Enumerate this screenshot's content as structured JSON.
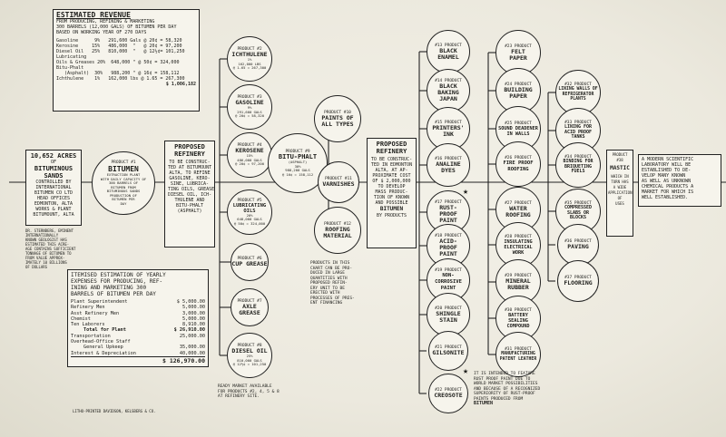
{
  "revenue": {
    "title": "ESTIMATED REVENUE",
    "subtitle": [
      "FROM PRODUCING, REFINING & MARKETING",
      "300 BARRELS (12,000 GALS) OF BITUMEN PER DAY",
      "BASED ON WORKING YEAR OF 270 DAYS"
    ],
    "rows": [
      "Gasoline      9%   291,600 Gals @ 20¢ = 58,320",
      "Kerosine     15%   486,000  \"   @ 20¢ = 97,200",
      "Diesel Oil   25%   810,000  \"   @ 12½¢= 101,250",
      "Lubricating",
      "Oils & Greases 20%  648,000 \" @ 50¢ = 324,000",
      "Bitu-Phalt",
      "   (Asphalt)  30%   988,200 \" @ 16¢ = 158,112",
      "Ichthulene    1%   162,000 lbs @ 1.65 = 267,300"
    ],
    "total": "$ 1,006,182"
  },
  "acres": {
    "lines": [
      "10,652 ACRES",
      "OF",
      "BITUMINOUS",
      "SANDS",
      "CONTROLLED BY",
      "INTERNATIONAL",
      "BITUMEN CO LTD",
      "HEAD OFFICES",
      "EDMONTON, ALTA",
      "WORKS & PLANT",
      "BITUMOUNT, ALTA"
    ],
    "note": [
      "DR. STERNBERG, EMINENT",
      "INTERNATIONALLY",
      "KNOWN GEOLOGIST HAS",
      "ESTIMATED THIS ACRE-",
      "AGE CONTAINS SUFFICIENT",
      "TONNAGE OF BITUMEN TO",
      "FROM VALUE APPROX-",
      "IMATELY 10 BILLIONS",
      "OF DOLLARS"
    ]
  },
  "bitumen": {
    "num": "PRODUCT #1",
    "name": "BITUMEN",
    "detail": [
      "EXTRACTION PLANT",
      "WITH DAILY CAPACITY OF",
      "300 BARRELS OF",
      "BITUMEN FROM",
      "BITUMINOUS SANDS",
      "PRODUCTION OF",
      "BITUMEN PER",
      "DAY"
    ]
  },
  "refinery1": {
    "title": [
      "PROPOSED",
      "REFINERY"
    ],
    "lines": [
      "TO BE CONSTRUC-",
      "TED AT BITUMOUNT",
      "ALTA, TO REFINE",
      "GASOLINE, KERO-",
      "SINE, LUBRICA-",
      "TING OILS, GREASES",
      "DIESEL OIL, ICH-",
      "THULENE AND",
      "BITU-PHALT",
      "(ASPHALT)"
    ]
  },
  "products_left": [
    {
      "num": "PRODUCT #2",
      "name": "ICHTHULENE",
      "detail": [
        "1%",
        "162,000 LBS",
        "@ 1.65 = 267,300"
      ]
    },
    {
      "num": "PRODUCT #3",
      "name": "GASOLINE",
      "detail": [
        "9%",
        "291,600 GALS",
        "@ 20¢ = 58,320"
      ]
    },
    {
      "num": "PRODUCT #4",
      "name": "KEROSENE",
      "detail": [
        "15%",
        "486,000 GALS",
        "@ 20¢ = 97,200"
      ]
    },
    {
      "num": "PRODUCT #5",
      "name": "LUBRICATING OILS",
      "detail": [
        "20%",
        "648,000 GALS",
        "@ 50¢ = 324,000"
      ]
    },
    {
      "num": "PRODUCT #6",
      "name": "CUP GREASE",
      "detail": []
    },
    {
      "num": "PRODUCT #7",
      "name": "AXLE GREASE",
      "detail": []
    },
    {
      "num": "PRODUCT #8",
      "name": "DIESEL OIL",
      "detail": [
        "25%",
        "810,000 GALS",
        "@ 12½¢ = 101,250"
      ]
    }
  ],
  "bituphalt": {
    "num": "PRODUCT #9",
    "name": "BITU-PHALT",
    "detail": [
      "(ASPHALT)",
      "30%",
      "988,200 GALS",
      "@ 16¢ = 158,112"
    ]
  },
  "products_mid": [
    {
      "num": "PRODUCT #10",
      "name": "PAINTS OF ALL TYPES",
      "detail": []
    },
    {
      "num": "PRODUCT #11",
      "name": "VARNISHES",
      "detail": []
    },
    {
      "num": "PRODUCT #12",
      "name": "ROOFING MATERIAL",
      "detail": []
    }
  ],
  "mid_note": [
    "PRODUCTS IN THIS",
    "CHART CAN BE PRO-",
    "DUCED IN LARGE",
    "QUANTITIES WITH",
    "PROPOSED REFIN-",
    "ERY UNIT TO BE",
    "ERECTED WITH",
    "PROCESSES OF PRES-",
    "ENT FINANCING"
  ],
  "refinery2": {
    "title": [
      "PROPOSED",
      "REFINERY"
    ],
    "lines": [
      "TO BE CONSTRUC-",
      "TED IN EDMONTON",
      "ALTA, AT AP-",
      "PROXIMATE COST",
      "OF $ 2,000,000",
      "TO DEVELOP",
      "MASS PRODUC-",
      "TION OF KNOWN",
      "AND POSSIBLE",
      "BITUMEN",
      "BY PRODUCTS"
    ]
  },
  "col1": [
    {
      "num": "#13 PRODUCT",
      "name": "BLACK ENAMEL"
    },
    {
      "num": "#14 PRODUCT",
      "name": "BLACK BAKING JAPAN"
    },
    {
      "num": "#15 PRODUCT",
      "name": "PRINTERS' INK"
    },
    {
      "num": "#16 PRODUCT",
      "name": "ANALINE DYES"
    },
    {
      "num": "#17 PRODUCT",
      "name": "RUST-PROOF PAINT"
    },
    {
      "num": "#18 PRODUCT",
      "name": "ACID-PROOF PAINT"
    },
    {
      "num": "#19 PRODUCT",
      "name": "NON-CORROSIVE PAINT"
    },
    {
      "num": "#20 PRODUCT",
      "name": "SHINGLE STAIN"
    },
    {
      "num": "#21 PRODUCT",
      "name": "GILSONITE"
    },
    {
      "num": "#22 PRODUCT",
      "name": "CREOSOTE"
    }
  ],
  "col2": [
    {
      "num": "#23 PRODUCT",
      "name": "FELT PAPER"
    },
    {
      "num": "#24 PRODUCT",
      "name": "BUILDING PAPER"
    },
    {
      "num": "#25 PRODUCT",
      "name": "SOUND DEADENER IN WALLS"
    },
    {
      "num": "#26 PRODUCT",
      "name": "FIRE PROOF ROOFING"
    },
    {
      "num": "#27 PRODUCT",
      "name": "WATER ROOFING"
    },
    {
      "num": "#28 PRODUCT",
      "name": "INSULATING ELECTRICAL WORK"
    },
    {
      "num": "#29 PRODUCT",
      "name": "MINERAL RUBBER"
    },
    {
      "num": "#30 PRODUCT",
      "name": "BATTERY SEALING COMPOUND"
    },
    {
      "num": "#31 PRODUCT",
      "name": "MANUFACTURING PATENT LEATHER"
    }
  ],
  "col3": [
    {
      "num": "#32 PRODUCT",
      "name": "LINING WALLS OF REFRIGERATOR PLANTS"
    },
    {
      "num": "#33 PRODUCT",
      "name": "LINING FOR ACID PROOF TANKS"
    },
    {
      "num": "#34 PRODUCT",
      "name": "BINDING FOR BRIQUETING FUELS"
    },
    {
      "num": "#35 PRODUCT",
      "name": "COMPRESSED SLABS OR BLOCKS"
    },
    {
      "num": "#36 PRODUCT",
      "name": "PAVING"
    },
    {
      "num": "#37 PRODUCT",
      "name": "FLOORING"
    }
  ],
  "mastic": {
    "num": "PRODUCT #38",
    "name": "MASTIC",
    "lines": [
      "WHICH IN",
      "TURN HAS",
      "A WIDE",
      "APPLICATION",
      "OF",
      "USES"
    ]
  },
  "lab": {
    "lines": [
      "A MODERN SCIENTIFIC",
      "LABORATORY WILL BE",
      "ESTABLISHED TO DE-",
      "VELOP MANY KNOWN",
      "AS WELL AS UNKNOWN",
      "CHEMICAL PRODUCTS A",
      "MARKET FOR WHICH IS",
      "WELL ESTABLISHED."
    ]
  },
  "expenses": {
    "title": [
      "ITEMISED ESTIMATION OF YEARLY",
      "EXPENSES FOR PRODUCING, REF-",
      "INING AND MARKETING 300",
      "BARRELS OF BITUMEN PER DAY"
    ],
    "rows": [
      {
        "label": "Plant Superintendent",
        "amount": "$ 5,000.00"
      },
      {
        "label": "Refinery Men",
        "amount": "5,000.00"
      },
      {
        "label": "Asst Refinery Men",
        "amount": "3,000.00"
      },
      {
        "label": "Chemist",
        "amount": "5,000.00"
      },
      {
        "label": "Ten Laborers",
        "amount": "8,910.00"
      },
      {
        "label": "Total for Plant",
        "amount": "$ 26,910.00"
      },
      {
        "label": "Transportation",
        "amount": "25,000.00"
      },
      {
        "label": "Overhead-Office Staff",
        "amount": ""
      },
      {
        "label": "General Upkeep",
        "amount": "35,000.00"
      },
      {
        "label": "Interest & Depreciation",
        "amount": "40,000.00"
      },
      {
        "label": "",
        "amount": "$ 126,970.00"
      }
    ]
  },
  "market_note": [
    "READY MARKET AVAILABLE",
    "FOR PRODUCTS #2, 4, 5 & 8",
    "AT REFINERY SITE."
  ],
  "rust_note": [
    "IT IS INTENDED TO FEATURE",
    "RUST PROOF PAINT DUE TO",
    "WORLD MARKET POSSIBILITIES",
    "AND BECAUSE OF A RECOGNIZED",
    "SUPERIORITY OF RUST-PROOF",
    "PAINTS PRODUCED FROM",
    "BITUMEN"
  ],
  "star": "★",
  "footer": "LITHO-PRINTED DAVIDSON, KELSBERG & CO."
}
